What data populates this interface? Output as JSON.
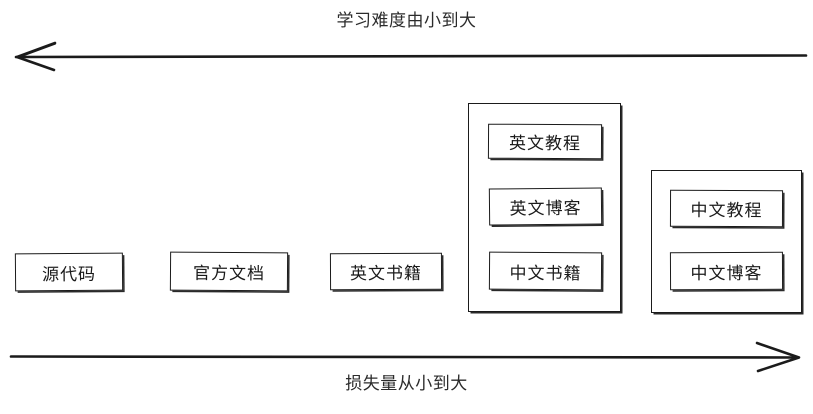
{
  "diagram": {
    "top_caption": "学习难度由小到大",
    "bottom_caption": "损失量从小到大",
    "top_arrow_direction": "left",
    "bottom_arrow_direction": "right",
    "stroke_color": "#1b1b1b",
    "background_color": "#ffffff",
    "nodes": [
      {
        "label": "源代码"
      },
      {
        "label": "官方文档"
      },
      {
        "label": "英文书籍"
      }
    ],
    "groups": [
      {
        "name": "group-english-cluster",
        "items": [
          {
            "label": "英文教程"
          },
          {
            "label": "英文博客"
          },
          {
            "label": "中文书籍"
          }
        ]
      },
      {
        "name": "group-chinese-cluster",
        "items": [
          {
            "label": "中文教程"
          },
          {
            "label": "中文博客"
          }
        ]
      }
    ]
  }
}
